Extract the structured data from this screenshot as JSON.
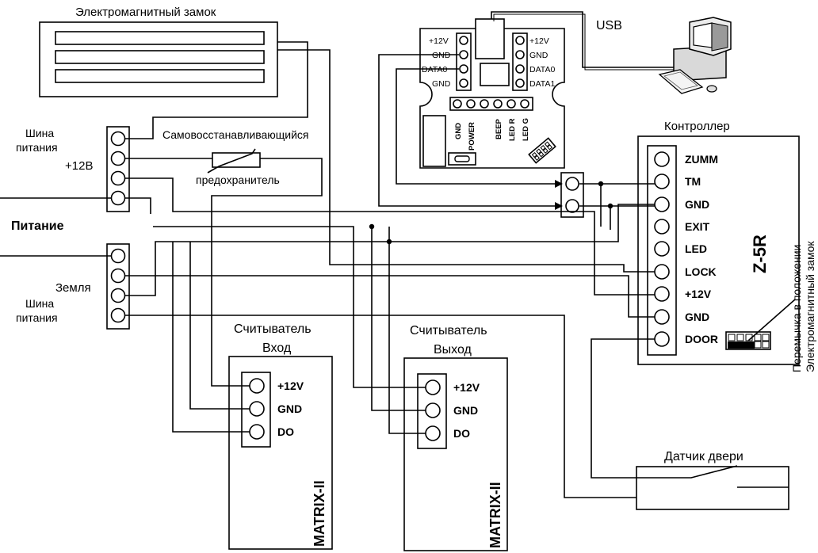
{
  "lock": {
    "title": "Электромагнитный замок"
  },
  "psu": {
    "bus_top_label_line1": "Шина",
    "bus_top_label_line2": "питания",
    "plus12": "+12В",
    "power": "Питание",
    "ground": "Земля",
    "bus_bottom_label_line1": "Шина",
    "bus_bottom_label_line2": "питания"
  },
  "fuse": {
    "line1": "Самовосстанавливающийся",
    "line2": "предохранитель"
  },
  "usb": {
    "label": "USB"
  },
  "converter": {
    "left_pins": [
      "+12V",
      "GND",
      "DATA0",
      "GND"
    ],
    "right_pins": [
      "+12V",
      "GND",
      "DATA0",
      "DATA1"
    ],
    "leds": [
      "GND",
      "POWER",
      "BEEP",
      "LED R",
      "LED G"
    ]
  },
  "controller": {
    "title": "Контроллер",
    "model": "Z-5R",
    "terminals": [
      "ZUMM",
      "TM",
      "GND",
      "EXIT",
      "LED",
      "LOCK",
      "+12V",
      "GND",
      "DOOR"
    ],
    "jumper_note_line1": "Перемычка в положении",
    "jumper_note_line2": "Электромагнитный замок"
  },
  "reader_in": {
    "title_line1": "Считыватель",
    "title_line2": "Вход",
    "pins": [
      "+12V",
      "GND",
      "DO"
    ],
    "model": "MATRIX-II"
  },
  "reader_out": {
    "title_line1": "Считыватель",
    "title_line2": "Выход",
    "pins": [
      "+12V",
      "GND",
      "DO"
    ],
    "model": "MATRIX-II"
  },
  "door_sensor": {
    "title": "Датчик двери"
  }
}
